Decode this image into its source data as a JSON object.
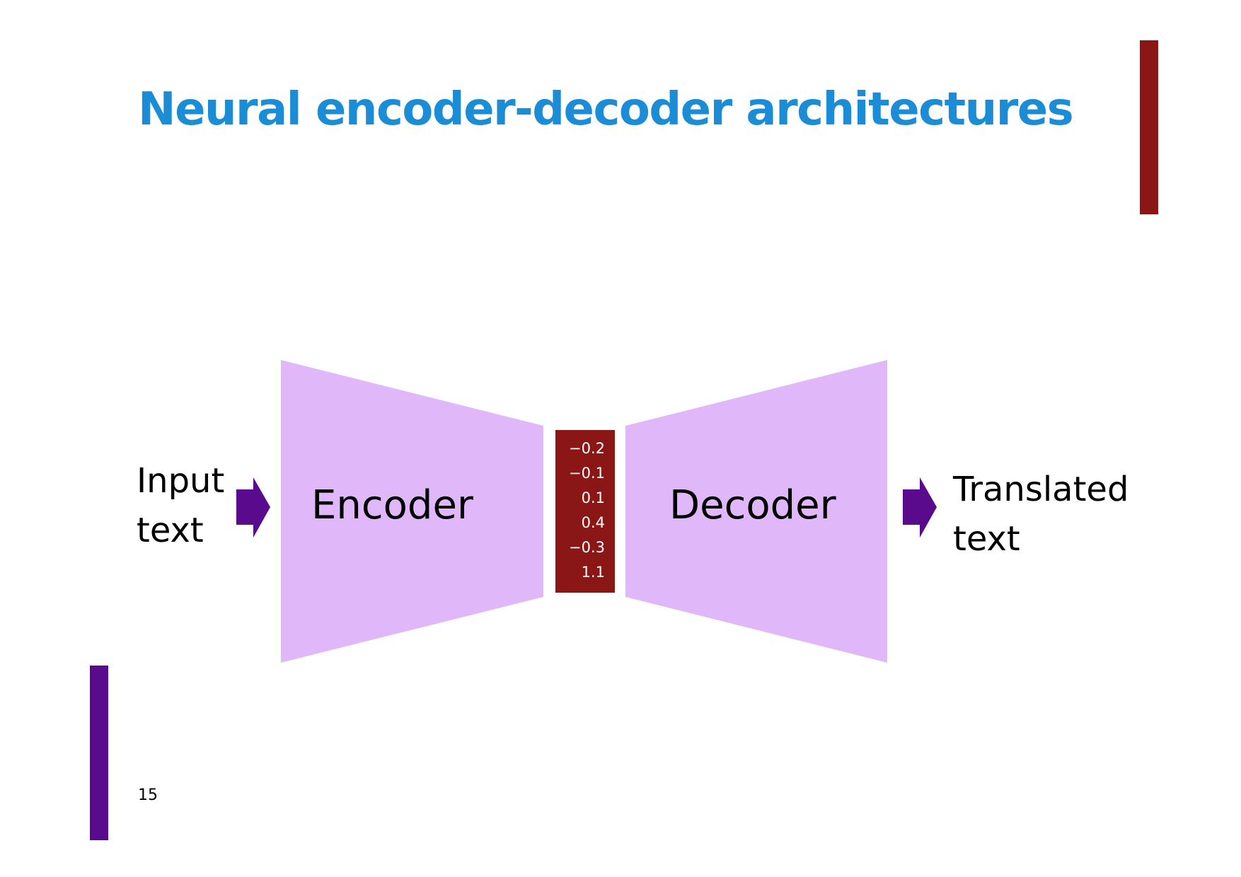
{
  "title": "Neural encoder-decoder architectures",
  "page_number": "15",
  "input_label": [
    "Input",
    "text"
  ],
  "output_label": [
    "Translated",
    "text"
  ],
  "encoder_label": "Encoder",
  "decoder_label": "Decoder",
  "vector_values": [
    "−0.2",
    "−0.1",
    "0.1",
    "0.4",
    "−0.3",
    "1.1"
  ],
  "colors": {
    "title": "#1b8dd6",
    "accent_red": "#8b1616",
    "accent_purple": "#5a0a8c",
    "block": "#e0b8fa"
  }
}
